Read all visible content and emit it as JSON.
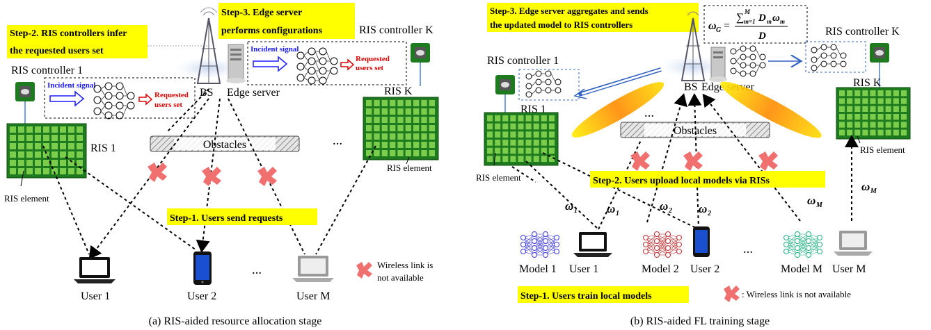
{
  "left": {
    "step1": "Step-1. Users send requests",
    "step2_line1": "Step-2. RIS controllers infer",
    "step2_line2": "the requested users set",
    "step3_line1": "Step-3. Edge server",
    "step3_line2": "performs configurations",
    "ris_controller_1": "RIS controller 1",
    "ris_controller_k": "RIS controller K",
    "ris_1": "RIS 1",
    "ris_k": "RIS K",
    "ris_element_left": "RIS element",
    "ris_element_right": "RIS element",
    "bs": "BS",
    "edge_server": "Edge server",
    "obstacles": "Obstacles",
    "incident_signal_1": "Incident signal",
    "requested_1_l1": "Requested",
    "requested_1_l2": "users set",
    "incident_signal_k": "Incident signal",
    "requested_k_l1": "Requested",
    "requested_k_l2": "users set",
    "user_1": "User 1",
    "user_2": "User 2",
    "user_m": "User M",
    "dots_users": "…",
    "dots_ris": "…",
    "legend_l1": "Wireless link is",
    "legend_l2": "not available",
    "caption": "(a) RIS-aided resource allocation stage"
  },
  "right": {
    "step1": "Step-1. Users train local models",
    "step2": "Step-2. Users upload local models via RISs",
    "step3_line1": "Step-3. Edge server aggregates and sends",
    "step3_line2": "the updated model to RIS controllers",
    "formula_lhs": "ω",
    "formula_lhs_sub": "G",
    "formula_eq": "=",
    "formula_num": "∑",
    "formula_sup": "M",
    "formula_sub": "m=1",
    "formula_term": "D",
    "formula_term_sub": "m",
    "formula_omega": "ω",
    "formula_omega_sub": "m",
    "formula_den": "D",
    "ris_controller_1": "RIS controller 1",
    "ris_controller_k": "RIS controller K",
    "ris_1": "RIS 1",
    "ris_k": "RIS K",
    "ris_element_left": "RIS element",
    "ris_element_right": "RIS element",
    "bs": "BS",
    "edge_server": "Edge server",
    "obstacles": "Obstacles",
    "dots_top": "…",
    "dots_users": "…",
    "w1a": "ω",
    "w1a_sub": "1",
    "w1b": "ω",
    "w1b_sub": "1",
    "w2a": "ω",
    "w2a_sub": "2",
    "w2b": "ω",
    "w2b_sub": "2",
    "wma": "ω",
    "wma_sub": "M",
    "wmb": "ω",
    "wmb_sub": "M",
    "model_1": "Model 1",
    "model_2": "Model 2",
    "model_m": "Model M",
    "user_1": "User 1",
    "user_2": "User 2",
    "user_m": "User M",
    "legend": ": Wireless link is not available",
    "caption": "(b) RIS-aided FL training stage"
  },
  "colors": {
    "highlight": "#ffff00",
    "ris_board": "#1e7a1e",
    "ris_cell": "#7ccd4c",
    "cross": "#f07070",
    "incident": "#1a1aff",
    "requested": "#e00000",
    "beam": "#ffcc00",
    "model1": "#3a3adf",
    "model2": "#c03030",
    "modelm": "#20b080"
  }
}
